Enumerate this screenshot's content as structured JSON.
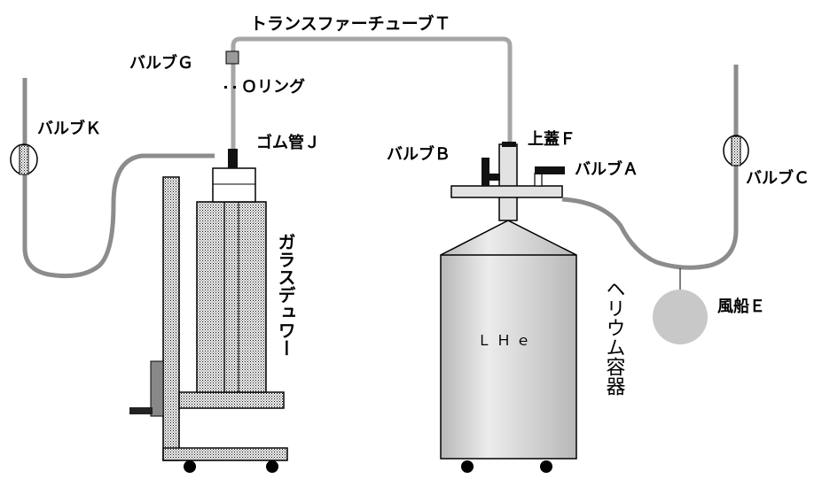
{
  "labels": {
    "transfer_tube": "トランスファーチューブＴ",
    "valve_g": "バルブＧ",
    "o_ring": "Ｏリング",
    "valve_k": "バルブＫ",
    "rubber_tube": "ゴム管Ｊ",
    "valve_b": "バルブＢ",
    "top_lid": "上蓋Ｆ",
    "valve_a": "バルブＡ",
    "valve_c": "バルブＣ",
    "balloon": "風船Ｅ",
    "glass_dewar": "ガラスデュワー",
    "helium_vessel": "ヘリウム容器",
    "lhe": "ＬＨｅ"
  },
  "colors": {
    "tube": "#a6a6a6",
    "outline": "#000000",
    "vessel_fill": "#cfcfcf",
    "balloon_fill": "#c8c8c8",
    "dark_part": "#111111"
  }
}
